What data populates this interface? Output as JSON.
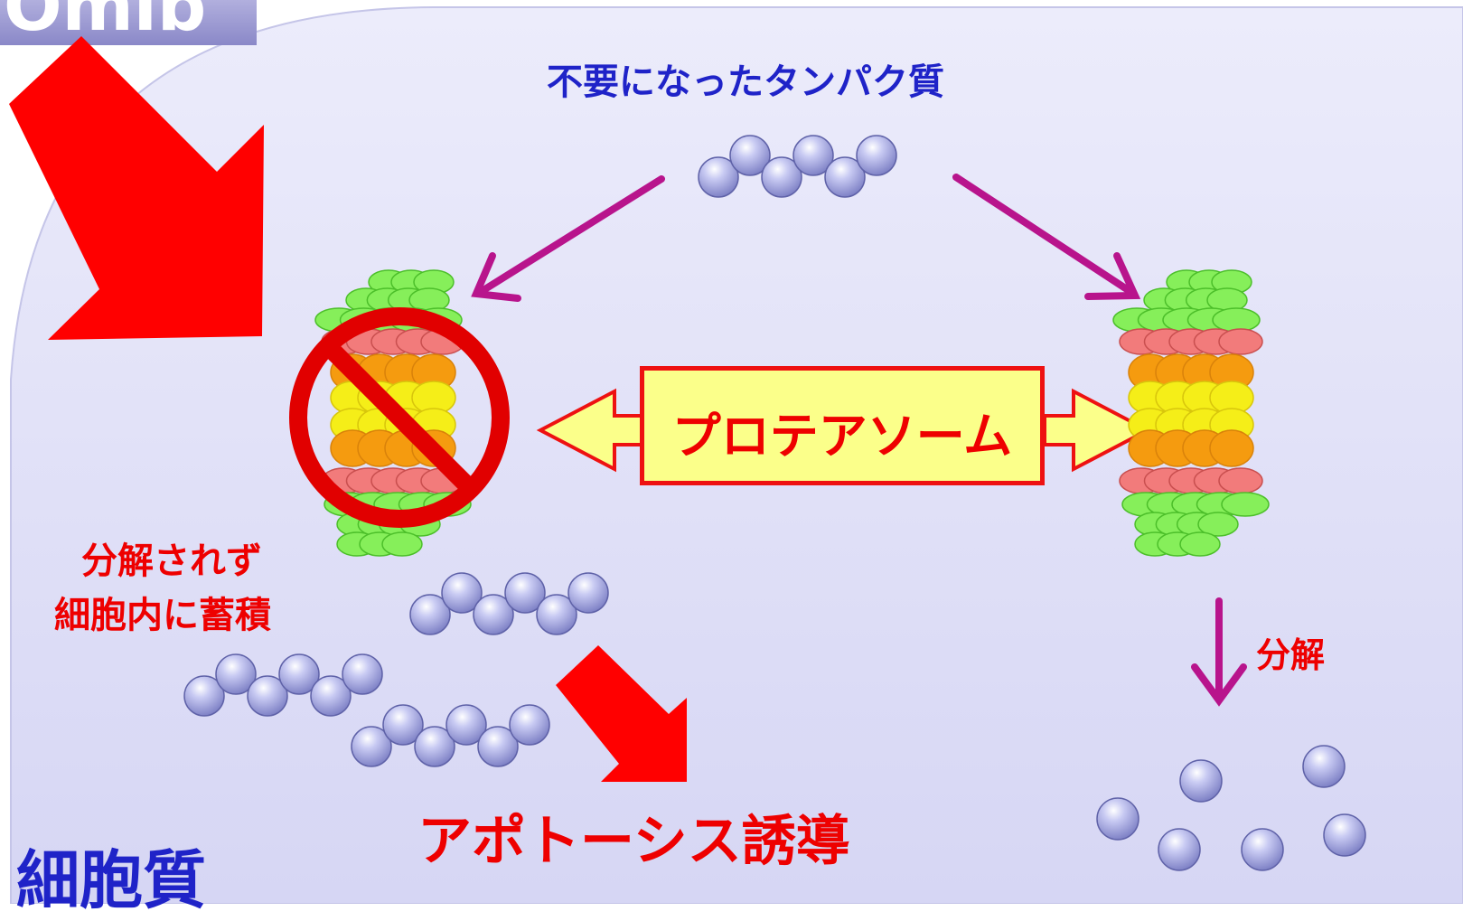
{
  "labels": {
    "corner_tab": "Omib",
    "unwanted_protein": "不要になったタンパク質",
    "proteasome": "プロテアソーム",
    "not_degraded_line1": "分解されず",
    "not_degraded_line2": "細胞内に蓄積",
    "apoptosis": "アポトーシス誘導",
    "degradation": "分解",
    "cytoplasm": "細胞質"
  },
  "colors": {
    "cell_fill": "#dcdcf6",
    "blue_text": "#1f23c8",
    "red": "#ee0000",
    "magenta_arrow": "#b8148c",
    "protein_bead": "#a9abe3",
    "ring_green": "#86ef5a",
    "ring_pink": "#f27b7b",
    "core_orange": "#f59b0f",
    "core_yellow": "#f5ee18",
    "label_box_fill": "#fbff8a"
  }
}
